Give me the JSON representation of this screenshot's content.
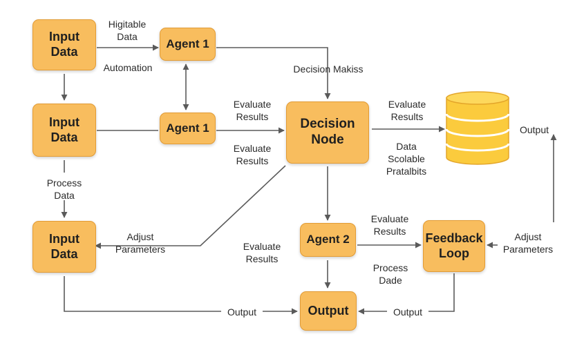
{
  "colors": {
    "node_fill": "#f8bd5e",
    "node_border": "#e29b34",
    "db_fill": "#fbcb3d",
    "db_band": "#ffffff",
    "edge": "#5a5a5a"
  },
  "nodes": {
    "input_data_1": "Input\nData",
    "input_data_2": "Input\nData",
    "input_data_3": "Input\nData",
    "agent_1_top": "Agent 1",
    "agent_1_mid": "Agent 1",
    "decision_node": "Decision\nNode",
    "agent_2": "Agent 2",
    "feedback_loop": "Feedback\nLoop",
    "output": "Output"
  },
  "database_icon": "database-cylinder-icon",
  "labels": {
    "higitable_data": "Higitable\nData",
    "automation": "Automation",
    "decision_makiss": "Decision Makiss",
    "evaluate_results_1": "Evaluate\nResults",
    "evaluate_results_2": "Evaluate\nResults",
    "evaluate_results_3": "Evaluate\nResults",
    "evaluate_results_4": "Evaluate\nResults",
    "evaluate_results_5": "Evaluate\nResults",
    "data_scolable": "Data\nScolable\nPratalbits",
    "output_right": "Output",
    "process_data": "Process\nData",
    "adjust_parameters_left": "Adjust\nParameters",
    "adjust_parameters_right": "Adjust\nParameters",
    "process_dade": "Process\nDade",
    "output_bottom_left": "Output",
    "output_bottom_right": "Output"
  }
}
